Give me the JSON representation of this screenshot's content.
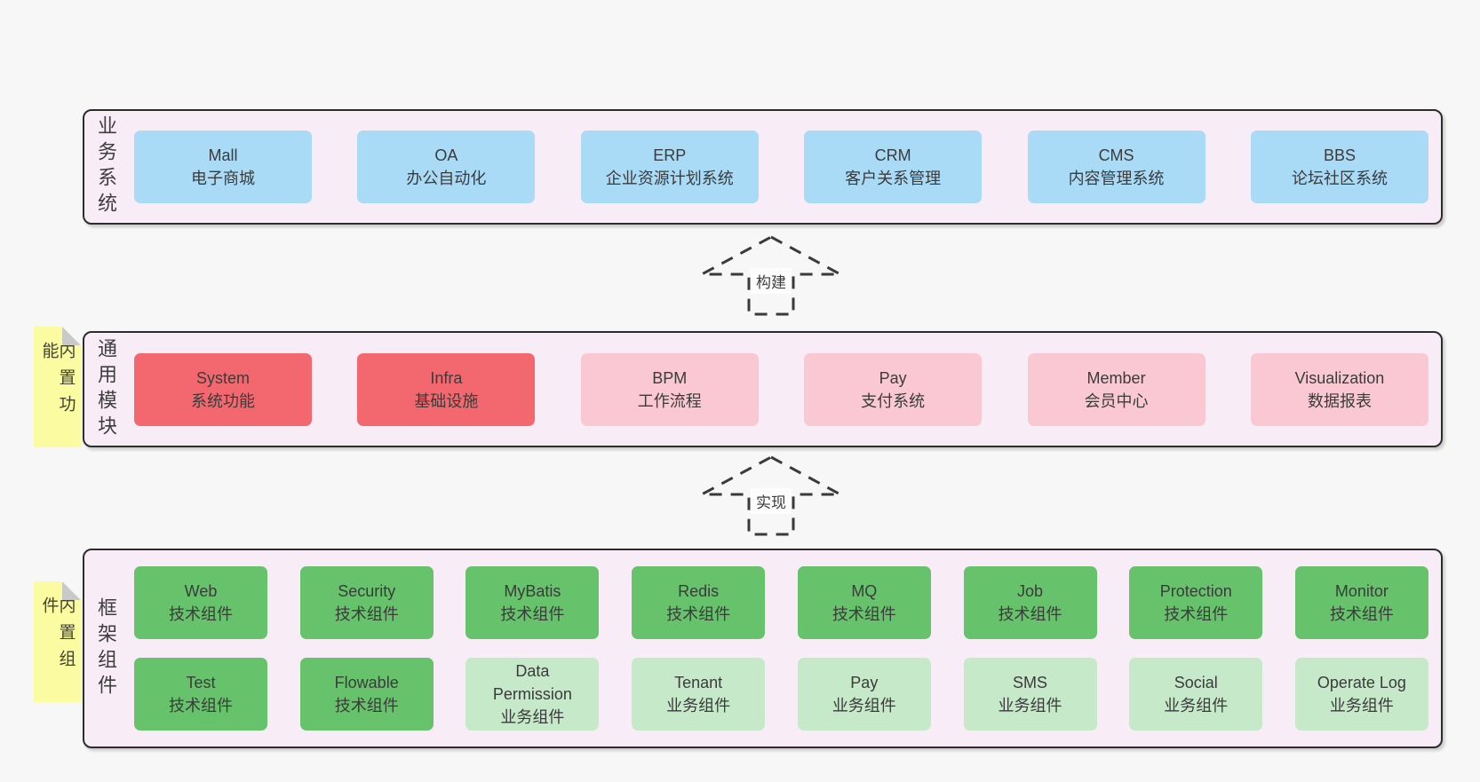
{
  "sections": [
    {
      "label": "业务系统",
      "rows": [
        [
          {
            "name": "Mall",
            "sub": "电子商城"
          },
          {
            "name": "OA",
            "sub": "办公自动化"
          },
          {
            "name": "ERP",
            "sub": "企业资源计划系统"
          },
          {
            "name": "CRM",
            "sub": "客户关系管理"
          },
          {
            "name": "CMS",
            "sub": "内容管理系统"
          },
          {
            "name": "BBS",
            "sub": "论坛社区系统"
          }
        ]
      ]
    },
    {
      "label": "通用模块",
      "note": "内置功能",
      "rows": [
        [
          {
            "name": "System",
            "sub": "系统功能"
          },
          {
            "name": "Infra",
            "sub": "基础设施"
          },
          {
            "name": "BPM",
            "sub": "工作流程"
          },
          {
            "name": "Pay",
            "sub": "支付系统"
          },
          {
            "name": "Member",
            "sub": "会员中心"
          },
          {
            "name": "Visualization",
            "sub": "数据报表"
          }
        ]
      ]
    },
    {
      "label": "框架组件",
      "note": "内置组件",
      "rows": [
        [
          {
            "name": "Web",
            "sub": "技术组件"
          },
          {
            "name": "Security",
            "sub": "技术组件"
          },
          {
            "name": "MyBatis",
            "sub": "技术组件"
          },
          {
            "name": "Redis",
            "sub": "技术组件"
          },
          {
            "name": "MQ",
            "sub": "技术组件"
          },
          {
            "name": "Job",
            "sub": "技术组件"
          },
          {
            "name": "Protection",
            "sub": "技术组件"
          },
          {
            "name": "Monitor",
            "sub": "技术组件"
          }
        ],
        [
          {
            "name": "Test",
            "sub": "技术组件"
          },
          {
            "name": "Flowable",
            "sub": "技术组件"
          },
          {
            "name": "Data Permission",
            "sub": "业务组件"
          },
          {
            "name": "Tenant",
            "sub": "业务组件"
          },
          {
            "name": "Pay",
            "sub": "业务组件"
          },
          {
            "name": "SMS",
            "sub": "业务组件"
          },
          {
            "name": "Social",
            "sub": "业务组件"
          },
          {
            "name": "Operate Log",
            "sub": "业务组件"
          }
        ]
      ]
    }
  ],
  "arrows": [
    {
      "label": "构建"
    },
    {
      "label": "实现"
    }
  ],
  "palette": {
    "page_bg": "#f7f7f7",
    "panel_bg": "#f8edf6",
    "panel_border": "#2d2d2d",
    "box_blue": "#a9dbf7",
    "box_red": "#f2686e",
    "box_pink": "#f9c8d3",
    "box_green": "#67c26c",
    "box_light_green": "#c6e9c9",
    "note_yellow": "#fbfba1",
    "note_fold_gray": "#c9c9c9",
    "arrow_stroke": "#3a3a3a",
    "text": "#3b3b3b"
  }
}
